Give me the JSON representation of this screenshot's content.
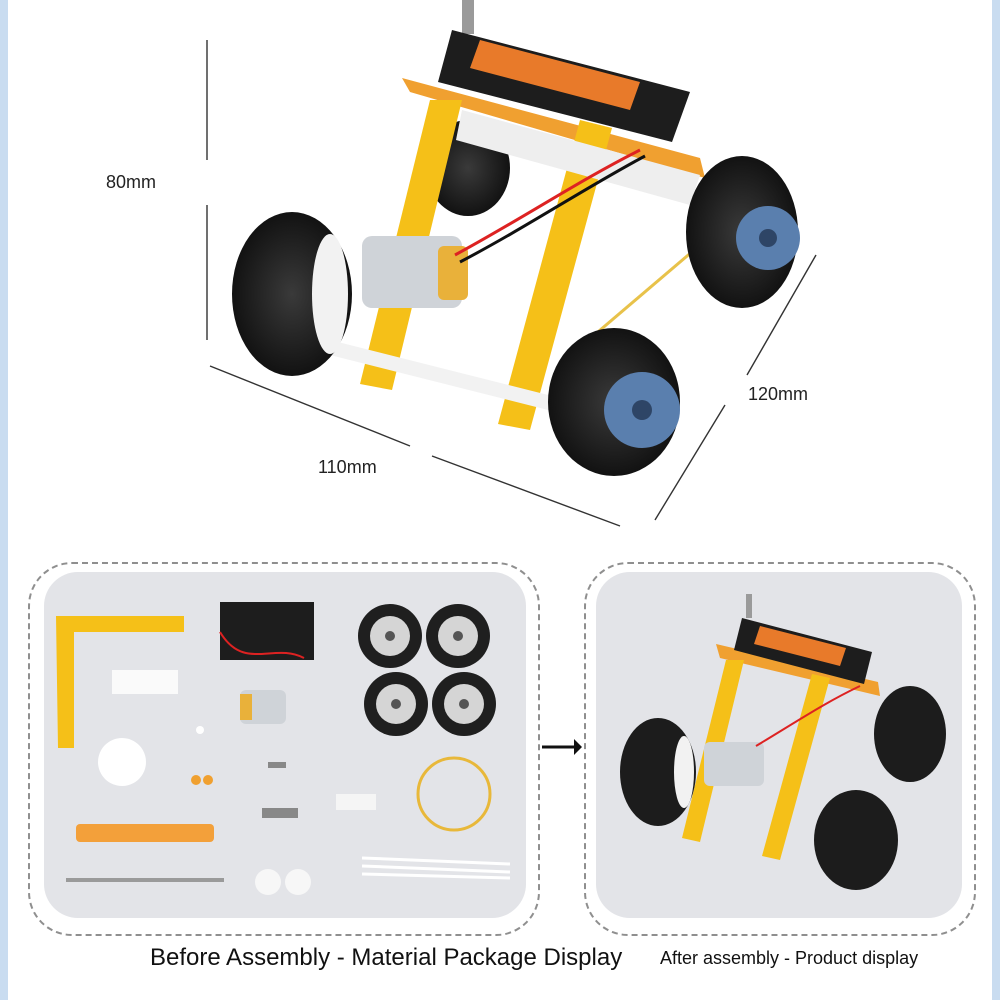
{
  "dimensions": {
    "height": "80mm",
    "width": "110mm",
    "depth": "120mm"
  },
  "captions": {
    "before": "Before Assembly - Material Package Display",
    "after": "After assembly - Product display"
  },
  "colors": {
    "frame_yellow": "#f5c018",
    "tire_black": "#1c1c1c",
    "rim_blue": "#5a7fae",
    "panel_bg": "#e3e4e8",
    "dash": "#8f8f8f"
  }
}
